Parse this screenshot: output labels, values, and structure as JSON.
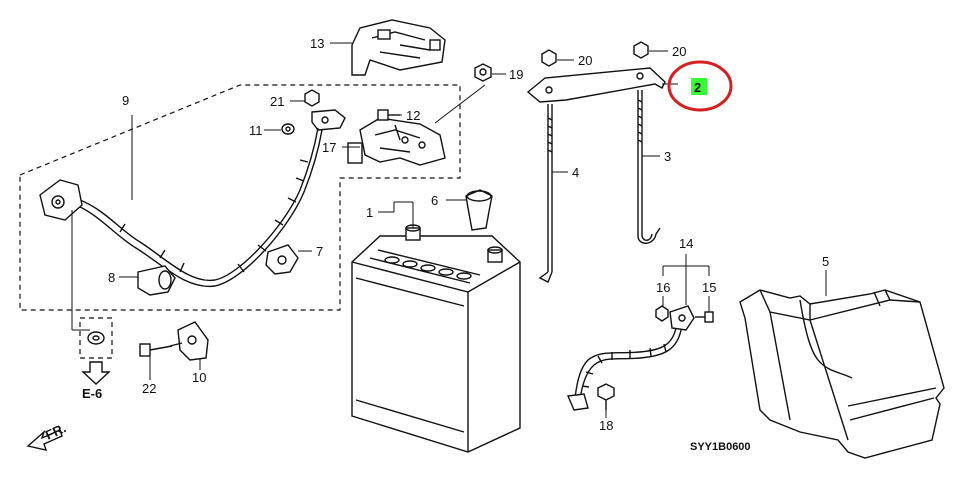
{
  "labels": {
    "p1": "1",
    "p2": "2",
    "p3": "3",
    "p4": "4",
    "p5": "5",
    "p6": "6",
    "p7": "7",
    "p8": "8",
    "p9": "9",
    "p10": "10",
    "p11": "11",
    "p12": "12",
    "p13": "13",
    "p14": "14",
    "p15": "15",
    "p16": "16",
    "p17": "17",
    "p18": "18",
    "p19": "19",
    "p20a": "20",
    "p20b": "20",
    "p21": "21",
    "p22": "22"
  },
  "reference": "E-6",
  "front_arrow": "FR.",
  "diagram_code": "SYY1B0600",
  "colors": {
    "highlight_fill": "#33ff33",
    "highlight_circle": "#d42020",
    "line": "#111111"
  }
}
